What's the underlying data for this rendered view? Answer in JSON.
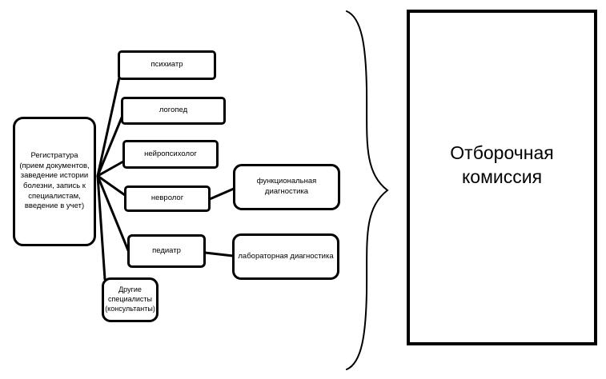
{
  "diagram": {
    "background": "#ffffff",
    "colors": {
      "line": "#000000",
      "box_border": "#000000",
      "box_fill": "#ffffff",
      "text": "#000000"
    },
    "nodes": {
      "registration": {
        "label": "Регистратура (прием документов, заведение истории болезни, запись к специалистам, введение в учет)"
      },
      "psychiatrist": {
        "label": "психиатр"
      },
      "speech_therapist": {
        "label": "логопед"
      },
      "neuropsychologist": {
        "label": "нейропсихолог"
      },
      "neurologist": {
        "label": "невролог"
      },
      "pediatrician": {
        "label": "педиатр"
      },
      "other_specialists": {
        "label": "Другие специалисты (консультанты)"
      },
      "functional_diagnostics": {
        "label": "функциональная диагностика"
      },
      "laboratory_diagnostics": {
        "label": "лабораторная диагностика"
      },
      "commission": {
        "label": "Отборочная комиссия"
      }
    },
    "edges": [
      {
        "from": "registration",
        "to": "psychiatrist"
      },
      {
        "from": "registration",
        "to": "speech_therapist"
      },
      {
        "from": "registration",
        "to": "neuropsychologist"
      },
      {
        "from": "registration",
        "to": "neurologist"
      },
      {
        "from": "registration",
        "to": "pediatrician"
      },
      {
        "from": "registration",
        "to": "other_specialists"
      },
      {
        "from": "neurologist",
        "to": "functional_diagnostics"
      },
      {
        "from": "pediatrician",
        "to": "laboratory_diagnostics"
      },
      {
        "brace": "all specialist columns grouped toward commission"
      }
    ]
  }
}
